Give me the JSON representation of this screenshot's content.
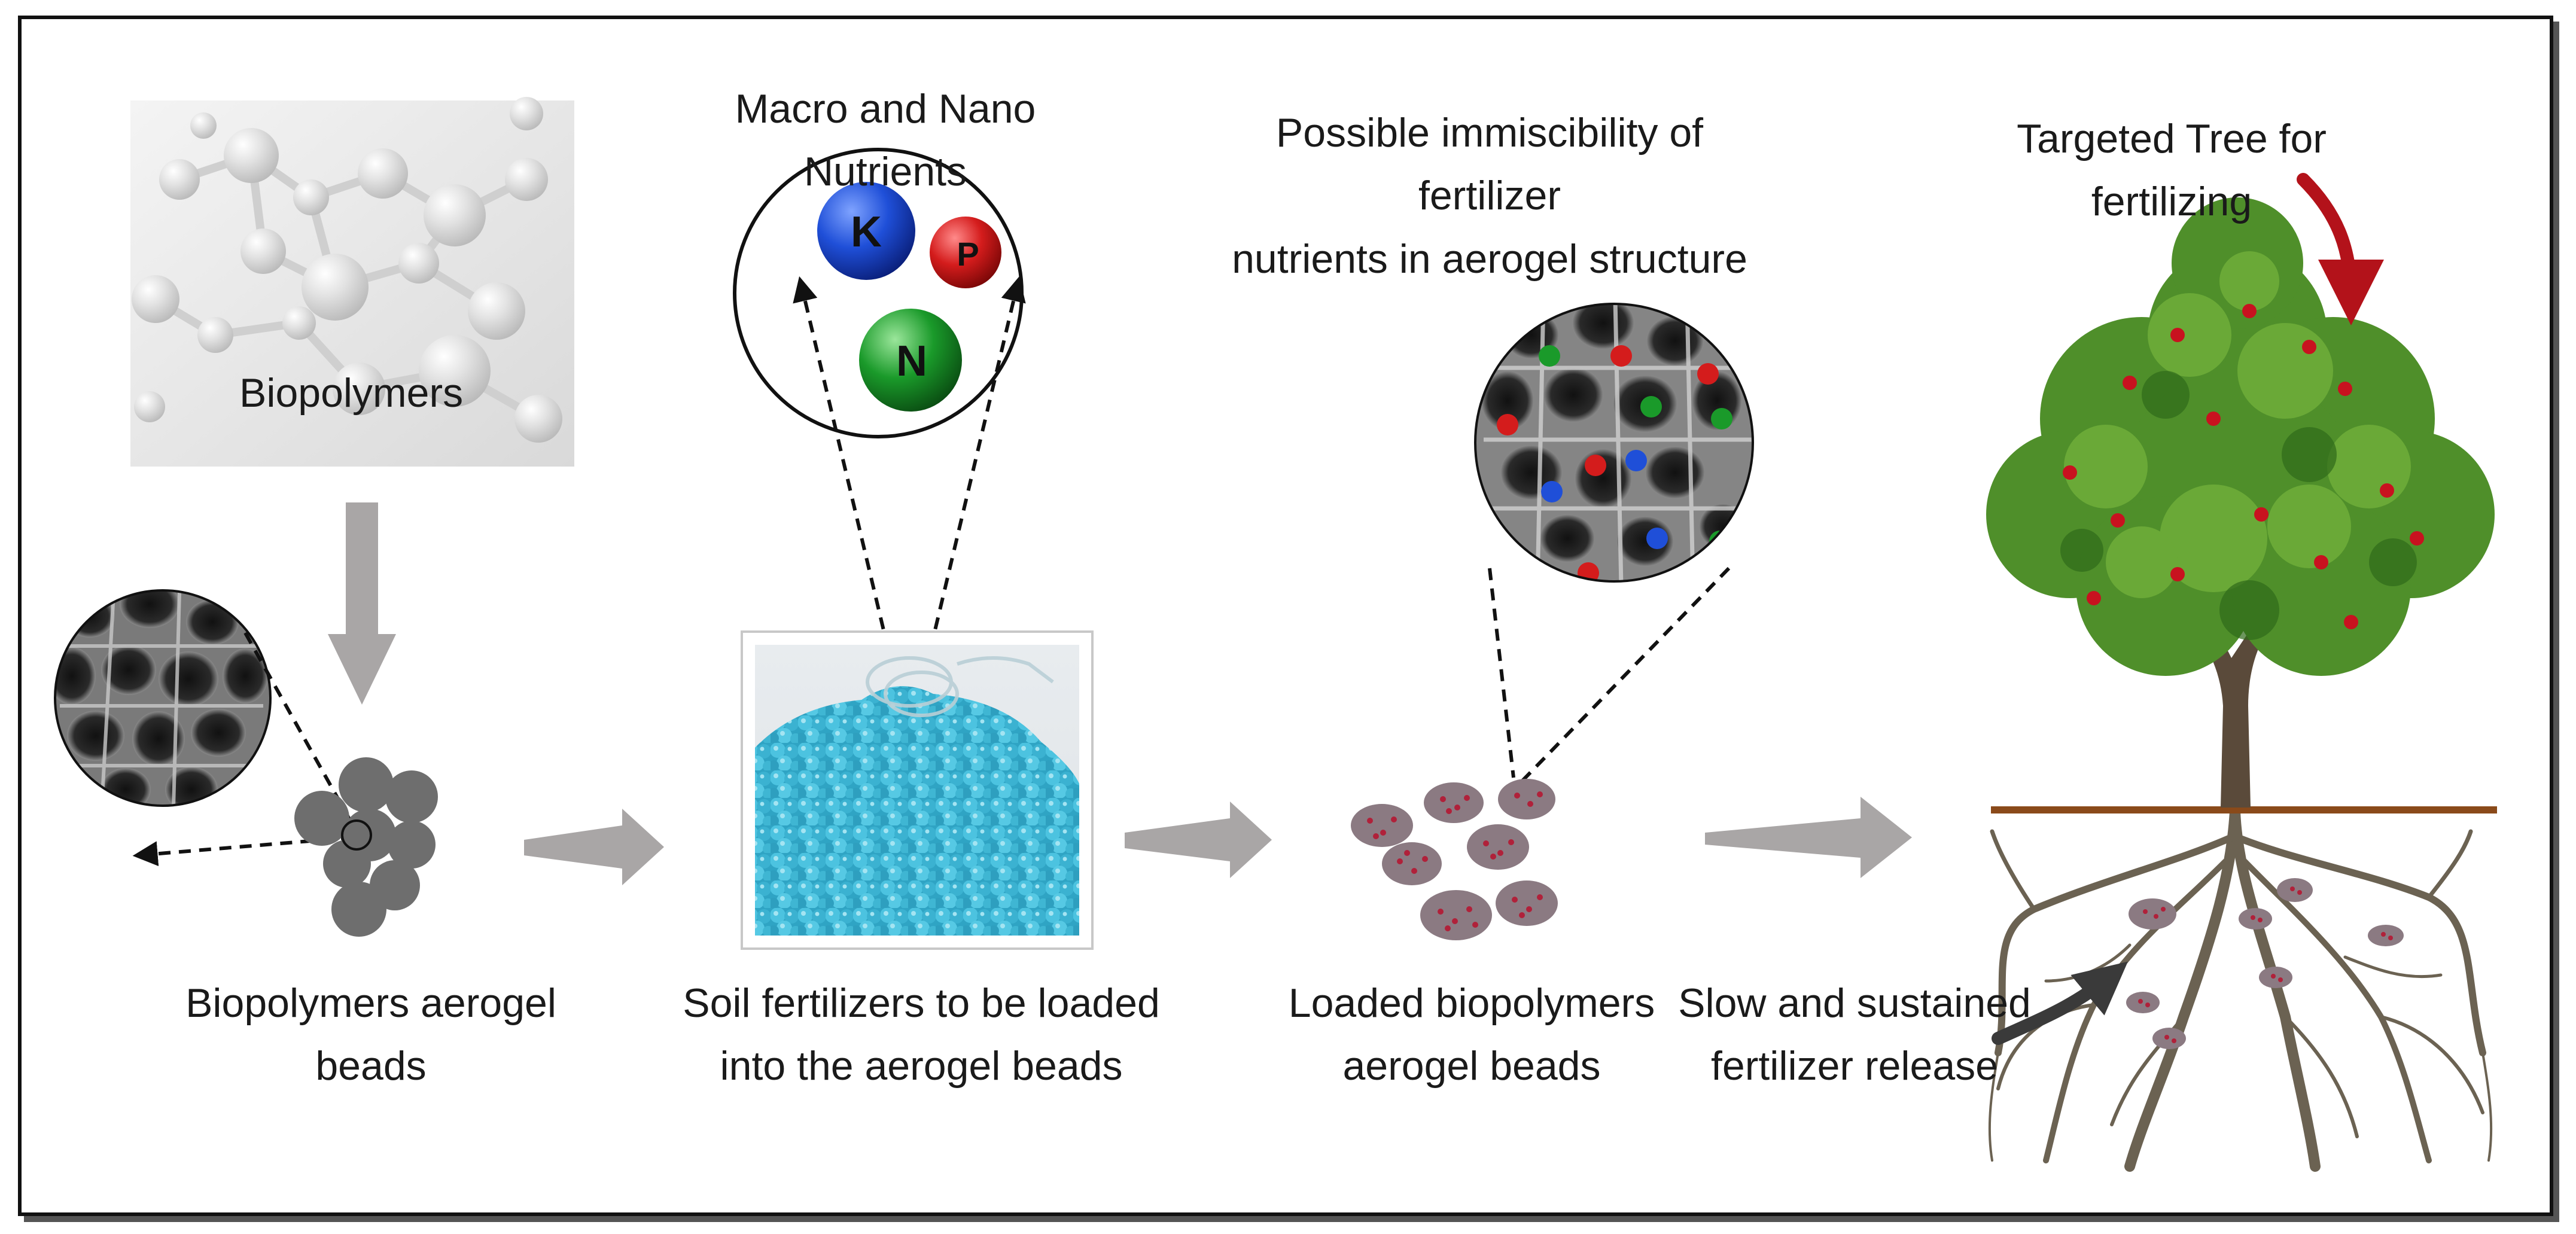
{
  "labels": {
    "biopolymers": "Biopolymers",
    "aerogel_beads": "Biopolymers aerogel\nbeads",
    "macro_nano": "Macro and Nano Nutrients",
    "soil_fertilizers": "Soil fertilizers to be loaded\ninto the aerogel beads",
    "immiscibility": "Possible immiscibility of fertilizer\nnutrients in aerogel structure",
    "loaded_beads": "Loaded biopolymers\naerogel beads",
    "targeted_tree": "Targeted Tree for fertilizing",
    "slow_release": "Slow and sustained\nfertilizer release"
  },
  "nutrients": [
    {
      "symbol": "K",
      "color": "#1f4fd8"
    },
    {
      "symbol": "P",
      "color": "#d41c1c"
    },
    {
      "symbol": "N",
      "color": "#1a9a2a"
    }
  ],
  "colors": {
    "arrow": "#a9a6a6",
    "bead": "#6e6e6e",
    "loaded_bead": "#8b7a82",
    "loaded_dot": "#b0213a",
    "granule": "#3fb6d3",
    "ground_line": "#8a4a1a",
    "root": "#6b6252",
    "red_arrow": "#b3121a",
    "foliage": "#4f8f2a"
  },
  "icons": [
    "molecule-image",
    "porous-structure-icon",
    "fertilizer-granules-image",
    "tree-image"
  ]
}
